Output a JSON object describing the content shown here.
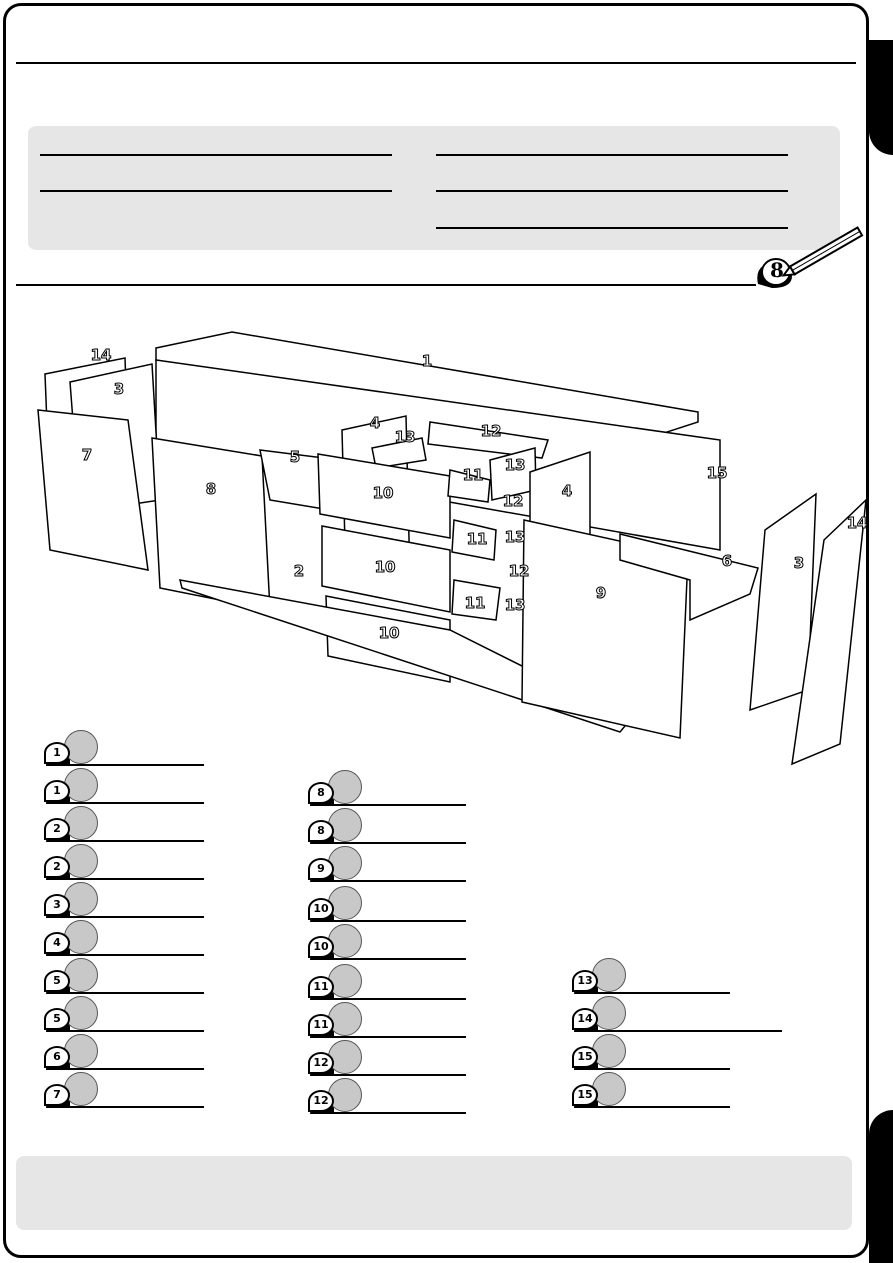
{
  "page": {
    "step_number": "8"
  },
  "diagram": {
    "callouts": [
      "1",
      "14",
      "3",
      "7",
      "8",
      "5",
      "4",
      "13",
      "12",
      "11",
      "13",
      "12",
      "11",
      "13",
      "12",
      "11",
      "13",
      "10",
      "10",
      "10",
      "2",
      "9",
      "6",
      "3",
      "14",
      "15",
      "4"
    ]
  },
  "parts_list": {
    "column1": [
      "1",
      "1",
      "2",
      "2",
      "3",
      "4",
      "5",
      "5",
      "6",
      "7"
    ],
    "column2": [
      "8",
      "8",
      "9",
      "10",
      "10",
      "11",
      "11",
      "12",
      "12"
    ],
    "column3": [
      "13",
      "14",
      "15",
      "15"
    ]
  },
  "colors": {
    "border": "#000000",
    "panel_grey": "#e6e6e6",
    "disk_grey": "#c8c8c8"
  }
}
